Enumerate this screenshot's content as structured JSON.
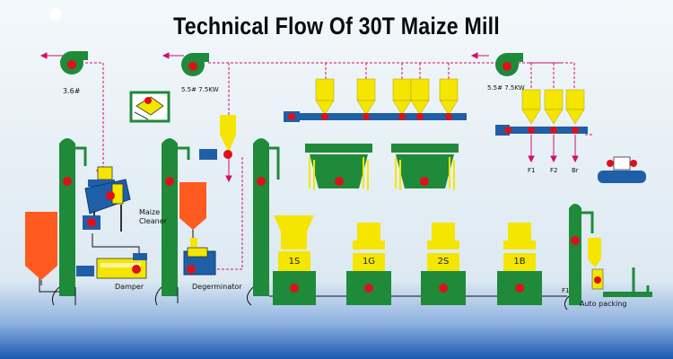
{
  "title": "Technical Flow Of 30T Maize Mill",
  "labels": {
    "fan_left": "3.6#",
    "fan_mid": "5.5# 7.5KW",
    "fan_right": "5.5# 7.5KW",
    "maize_cleaner_1": "Maize",
    "maize_cleaner_2": "Cleaner",
    "damper": "Damper",
    "degerminator": "Degerminator",
    "mill_1": "1S",
    "mill_2": "1G",
    "mill_3": "2S",
    "mill_4": "1B",
    "out_f1": "F1",
    "out_f2": "F2",
    "out_br": "Br",
    "packing_f1": "F1",
    "auto_packing": "Auto packing"
  },
  "colors": {
    "elevator": "#1f8a3a",
    "hopper": "#ff5a1f",
    "machine_yellow": "#f4e600",
    "dot": "#e0101a",
    "pipe": "#d0106a",
    "conveyor": "#1e5fa8",
    "background_bottom": "#1a58b0"
  }
}
